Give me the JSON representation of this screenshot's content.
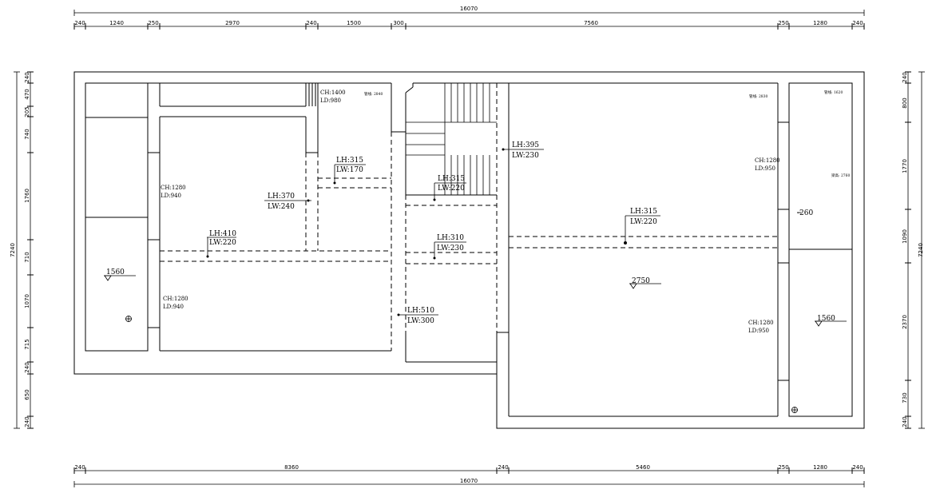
{
  "top_dims": {
    "total": "16070",
    "segments": [
      "240",
      "1240",
      "250",
      "2970",
      "240",
      "1500",
      "300",
      "7560",
      "250",
      "1280",
      "240"
    ]
  },
  "bottom_dims": {
    "total": "16070",
    "segments": [
      "240",
      "8360",
      "240",
      "5460",
      "250",
      "1280",
      "240"
    ]
  },
  "left_dims": {
    "total": "7240",
    "segments": [
      "240",
      "470",
      "205",
      "740",
      "1760",
      "710",
      "1070",
      "715",
      "240",
      "650",
      "240"
    ]
  },
  "right_dims": {
    "total": "7240",
    "segments": [
      "240",
      "800",
      "1770",
      "1090",
      "2370",
      "730",
      "240"
    ]
  },
  "ceiling_notes": {
    "room_a_top": {
      "ch": "CH:1280",
      "ld": "LD:940"
    },
    "room_a_bottom": {
      "ch": "CH:1280",
      "ld": "LD:940"
    },
    "room_b": {
      "ch": "CH:1400",
      "ld": "LD:980"
    },
    "hall_top": {
      "ch": "CH:1280",
      "ld": "LD:950"
    },
    "hall_bottom": {
      "ch": "CH:1280",
      "ld": "LD:950"
    }
  },
  "beams": [
    {
      "lh": "LH:315",
      "lw": "LW:170"
    },
    {
      "lh": "LH:370",
      "lw": "LW:240"
    },
    {
      "lh": "LH:410",
      "lw": "LW:220"
    },
    {
      "lh": "LH:315",
      "lw": "LW:220"
    },
    {
      "lh": "LH:310",
      "lw": "LW:230"
    },
    {
      "lh": "LH:510",
      "lw": "LW:300"
    },
    {
      "lh": "LH:395",
      "lw": "LW:230"
    },
    {
      "lh": "LH:315",
      "lw": "LW:220"
    }
  ],
  "elevations": {
    "left": "1560",
    "center": "2750",
    "right": "1560",
    "right_side": "-260"
  },
  "tiny_notes": {
    "room_b": "管线: 2840",
    "hall": "管线: 2830",
    "right_top": "管线: 1620",
    "right_mid": "梁高: 2760"
  }
}
